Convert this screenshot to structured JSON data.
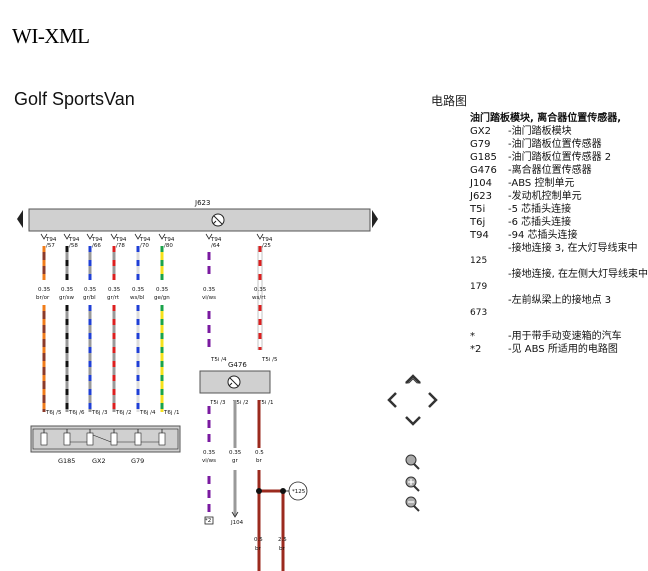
{
  "app": {
    "title": "WI-XML"
  },
  "document": {
    "title": "Golf SportsVan"
  },
  "legend_panel": {
    "title": "电路图",
    "heading": "油门踏板模块, 离合器位置传感器,",
    "items": [
      {
        "code": "GX2",
        "desc": "-油门踏板模块"
      },
      {
        "code": "G79",
        "desc": "-油门踏板位置传感器"
      },
      {
        "code": "G185",
        "desc": "-油门踏板位置传感器 2"
      },
      {
        "code": "G476",
        "desc": "-离合器位置传感器"
      },
      {
        "code": "J104",
        "desc": "-ABS 控制单元"
      },
      {
        "code": "J623",
        "desc": "-发动机控制单元"
      },
      {
        "code": "T5i",
        "desc": "-5 芯插头连接"
      },
      {
        "code": "T6j",
        "desc": "-6 芯插头连接"
      },
      {
        "code": "T94",
        "desc": "-94 芯插头连接"
      },
      {
        "code": "125",
        "desc": "-接地连接 3, 在大灯导线束中"
      },
      {
        "code": "179",
        "desc": "-接地连接, 在左侧大灯导线束中"
      },
      {
        "code": "673",
        "desc": "-左前纵梁上的接地点 3"
      }
    ],
    "notes": [
      {
        "code": "*",
        "desc": "-用于带手动变速箱的汽车"
      },
      {
        "code": "*2",
        "desc": "-见 ABS 所适用的电路图"
      }
    ]
  },
  "diagram": {
    "control_unit": "J623",
    "sensor_unit": "G476",
    "pins_top": [
      {
        "connector": "T94",
        "pin": "/57",
        "gauge": "0.35",
        "color": "br/or",
        "stripe": [
          "#8b3a2a",
          "#f07c1a"
        ]
      },
      {
        "connector": "T94",
        "pin": "/58",
        "gauge": "0.35",
        "color": "gr/sw",
        "stripe": [
          "#999999",
          "#111111"
        ]
      },
      {
        "connector": "T94",
        "pin": "/66",
        "gauge": "0.35",
        "color": "gr/bl",
        "stripe": [
          "#999999",
          "#1f3fd6"
        ]
      },
      {
        "connector": "T94",
        "pin": "/78",
        "gauge": "0.35",
        "color": "gr/rt",
        "stripe": [
          "#999999",
          "#dd1f1f"
        ]
      },
      {
        "connector": "T94",
        "pin": "/70",
        "gauge": "0.35",
        "color": "ws/bl",
        "stripe": [
          "#ffffff",
          "#1f3fd6"
        ]
      },
      {
        "connector": "T94",
        "pin": "/80",
        "gauge": "0.35",
        "color": "ge/gn",
        "stripe": [
          "#f5e11c",
          "#1aa34a"
        ]
      },
      {
        "connector": "T94",
        "pin": "/64",
        "gauge": "0.35",
        "color": "vi/ws",
        "stripe": [
          "#7a1aa0",
          "#ffffff"
        ]
      },
      {
        "connector": "T94",
        "pin": "/25",
        "gauge": "0.35",
        "color": "ws/rt",
        "stripe": [
          "#ffffff",
          "#dd1f1f"
        ]
      }
    ],
    "pins_bottom": [
      "T6j /5",
      "T6j /6",
      "T6j /3",
      "T6j /2",
      "T6j /4",
      "T6j /1"
    ],
    "g476_pins_top": [
      "T5i /4",
      "T5i /5"
    ],
    "g476_pins_bottom": [
      "T5i /3",
      "T5i /2",
      "T5i /1"
    ],
    "component_labels": [
      "G185",
      "GX2",
      "G79"
    ],
    "lower_wires": [
      {
        "gauge": "0.35",
        "color": "vi/ws"
      },
      {
        "gauge": "0.35",
        "color": "gr"
      },
      {
        "gauge": "0.5",
        "color": "br"
      }
    ],
    "bottom_wires": [
      {
        "gauge": "0.5",
        "color": "br"
      },
      {
        "gauge": "2.5",
        "color": "br"
      }
    ],
    "ground_ref": "*125",
    "abs_ref": "*2",
    "abs_unit": "J104"
  },
  "colors": {
    "bar_fill": "#d0d0d0",
    "wire_brown": "#9b2a1e"
  },
  "nav_icons": [
    "arrow-up-icon",
    "arrow-left-icon",
    "arrow-right-icon",
    "arrow-down-icon",
    "zoom-icon",
    "zoom-in-icon",
    "zoom-out-icon"
  ]
}
